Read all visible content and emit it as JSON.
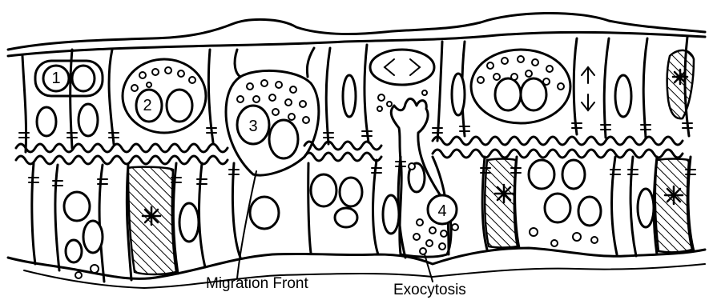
{
  "labels": {
    "migration_front": "Migration Front",
    "exocytosis": "Exocytosis"
  },
  "cell_numbers": [
    "1",
    "2",
    "3",
    "4"
  ]
}
